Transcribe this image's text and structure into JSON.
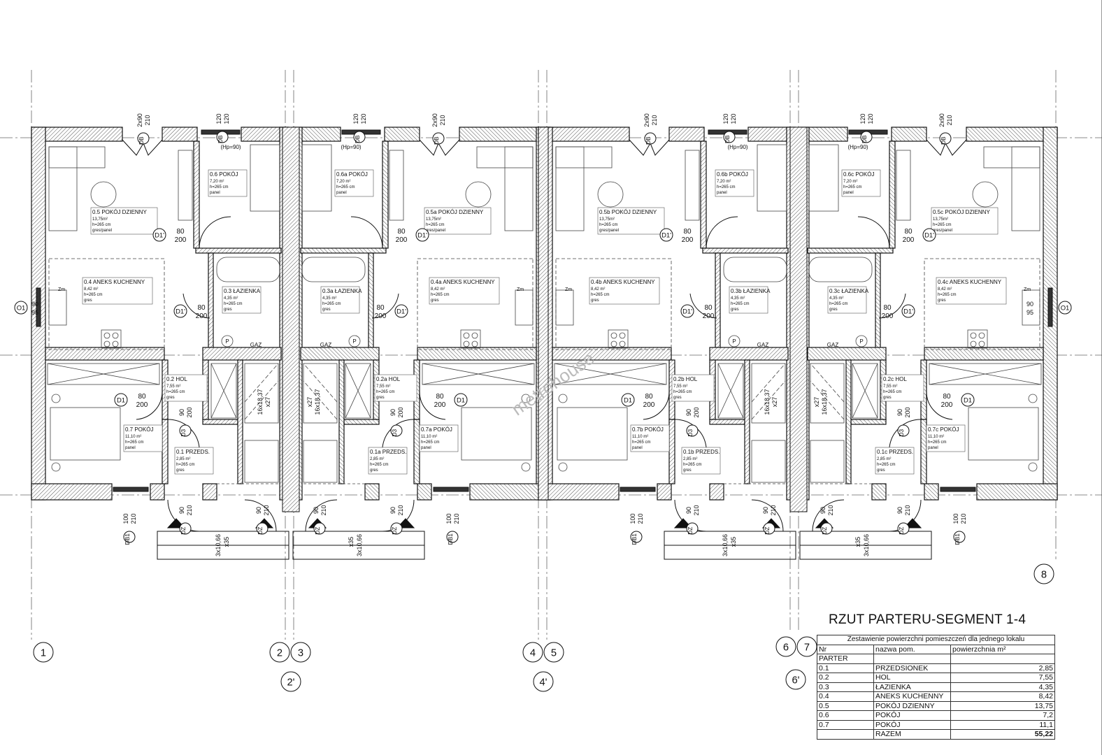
{
  "title": "RZUT PARTERU-SEGMENT 1-4",
  "schedule": {
    "caption": "Zestawienie powierzchni pomieszczeń dla jednego lokalu",
    "headers": [
      "Nr",
      "nazwa pom.",
      "powierzchnia m²"
    ],
    "section": "PARTER",
    "rows": [
      {
        "nr": "0.1",
        "name": "PRZEDSIONEK",
        "area": "2,85"
      },
      {
        "nr": "0.2",
        "name": "HOL",
        "area": "7,55"
      },
      {
        "nr": "0.3",
        "name": "ŁAZIENKA",
        "area": "4,35"
      },
      {
        "nr": "0.4",
        "name": "ANEKS KUCHENNY",
        "area": "8,42"
      },
      {
        "nr": "0.5",
        "name": "POKÓJ DZIENNY",
        "area": "13,75"
      },
      {
        "nr": "0.6",
        "name": "POKÓJ",
        "area": "7,2"
      },
      {
        "nr": "0.7",
        "name": "POKÓJ",
        "area": "11,1"
      }
    ],
    "total_label": "RAZEM",
    "total": "55,22"
  },
  "unit_suffixes": [
    "",
    "a",
    "b",
    "c"
  ],
  "rooms": [
    {
      "nr": "0.5",
      "name": "POKÓJ DZIENNY",
      "area": "13,75m²",
      "height": "h=265 cm",
      "floor": "gres/panel"
    },
    {
      "nr": "0.6",
      "name": "POKÓJ",
      "area": "7,20 m²",
      "height": "h=265 cm",
      "floor": "panel"
    },
    {
      "nr": "0.4",
      "name": "ANEKS KUCHENNY",
      "area": "8,42 m²",
      "height": "h=265 cm",
      "floor": "gres"
    },
    {
      "nr": "0.3",
      "name": "ŁAZIENKA",
      "area": "4,35 m²",
      "height": "h=265 cm",
      "floor": "gres"
    },
    {
      "nr": "0.2",
      "name": "HOL",
      "area": "7,55 m²",
      "height": "h=265 cm",
      "floor": "gres"
    },
    {
      "nr": "0.7",
      "name": "POKÓJ",
      "area": "11,10 m²",
      "height": "h=265 cm",
      "floor": "panel"
    },
    {
      "nr": "0.1",
      "name": "PRZEDS.",
      "area": "2,85 m²",
      "height": "h=265 cm",
      "floor": "gres"
    }
  ],
  "doors": [
    {
      "tag": "D1'",
      "w": "80",
      "h": "200"
    },
    {
      "tag": "D1'",
      "w": "80",
      "h": "200"
    },
    {
      "tag": "D1",
      "w": "80",
      "h": "200"
    },
    {
      "tag": "D3",
      "w": "90",
      "h": "200"
    },
    {
      "tag": "DB",
      "w": "2x90",
      "h": "210"
    },
    {
      "tag": "DB",
      "w": "120",
      "h": "120"
    },
    {
      "tag": "DB1",
      "w": "100",
      "h": "210"
    },
    {
      "tag": "DZ",
      "w": "90",
      "h": "210"
    },
    {
      "tag": "DZ",
      "w": "90",
      "h": "210"
    }
  ],
  "window_tag": {
    "tag": "O1",
    "w": "90",
    "h": "95"
  },
  "notes": {
    "sill": "(Hp=90)",
    "stairs": "16x18,37",
    "stairs_b": "x27",
    "steps": "3x10,66",
    "steps_b": "x35",
    "gas": "GAZ",
    "meter": "P",
    "zm": "Zm"
  },
  "axes": [
    "1",
    "2",
    "3",
    "2'",
    "4",
    "5",
    "4'",
    "6",
    "7",
    "6'",
    "8"
  ],
  "watermark": "metrohouse"
}
